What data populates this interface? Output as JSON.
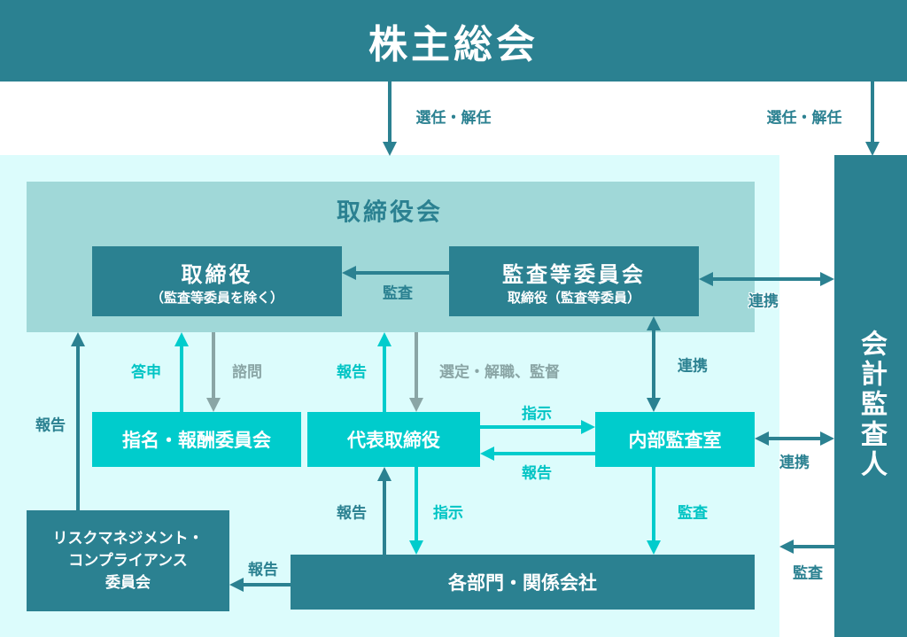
{
  "colors": {
    "dark": "#2b8191",
    "cyan": "#00cccc",
    "board": "#a0d8d8",
    "background": "#dcfcfc",
    "gray": "#8aa5a5"
  },
  "shareholders": {
    "title": "株主総会"
  },
  "arrows_top": {
    "left_label": "選任・解任",
    "right_label": "選任・解任"
  },
  "board": {
    "title": "取締役会"
  },
  "directors": {
    "title": "取締役",
    "subtitle": "（監査等委員を除く）"
  },
  "audit_committee": {
    "title": "監査等委員会",
    "subtitle": "取締役（監査等委員）"
  },
  "accounting_auditor": {
    "title": "会計監査人"
  },
  "nomination_committee": {
    "title": "指名・報酬委員会"
  },
  "representative": {
    "title": "代表取締役"
  },
  "internal_audit": {
    "title": "内部監査室"
  },
  "departments": {
    "title": "各部門・関係会社"
  },
  "risk_committee": {
    "line1": "リスクマネジメント・",
    "line2": "コンプライアンス",
    "line3": "委員会"
  },
  "labels": {
    "audit_to_directors": "監査",
    "audit_committee_auditor": "連携",
    "audit_committee_internal": "連携",
    "risk_report": "報告",
    "answer": "答申",
    "consult": "諮問",
    "rep_report": "報告",
    "appoint": "選定・解職、監督",
    "instruct_internal": "指示",
    "internal_report": "報告",
    "internal_auditor": "連携",
    "dept_report": "報告",
    "dept_instruct": "指示",
    "internal_audit_dept": "監査",
    "auditor_audit": "監査",
    "dept_risk_report": "報告"
  }
}
